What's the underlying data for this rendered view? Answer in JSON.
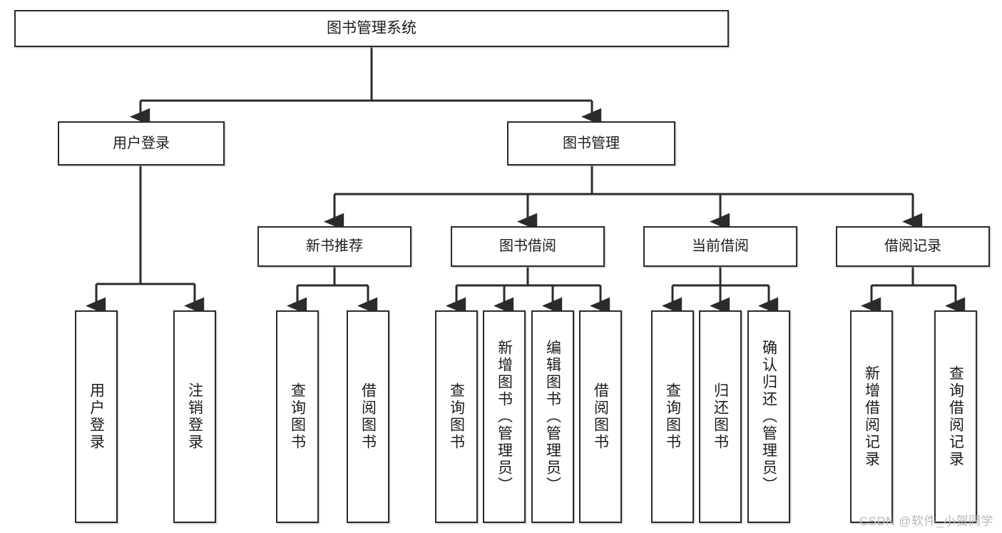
{
  "diagram": {
    "type": "tree-hierarchy-chart",
    "title": "图书管理系统",
    "stroke_color": "#2b2b2b",
    "background_color": "#ffffff",
    "text_color": "#1c1c1c",
    "levels": 4,
    "root": {
      "id": "root",
      "label": "图书管理系统"
    },
    "branches": [
      {
        "id": "user-login",
        "label": "用户登录",
        "children": [
          {
            "id": "user-login-signin",
            "label": "用户登录"
          },
          {
            "id": "user-login-signout",
            "label": "注销登录"
          }
        ]
      },
      {
        "id": "book-management",
        "label": "图书管理",
        "groups": [
          {
            "id": "new-book-recommend",
            "label": "新书推荐",
            "children": [
              {
                "id": "nbr-query-book",
                "label": "查询图书"
              },
              {
                "id": "nbr-borrow-book",
                "label": "借阅图书"
              }
            ]
          },
          {
            "id": "book-borrow",
            "label": "图书借阅",
            "children": [
              {
                "id": "bb-query-book",
                "label": "查询图书"
              },
              {
                "id": "bb-add-book",
                "label": "新增图书（管理员）"
              },
              {
                "id": "bb-edit-book",
                "label": "编辑图书（管理员）"
              },
              {
                "id": "bb-borrow-book",
                "label": "借阅图书"
              }
            ]
          },
          {
            "id": "current-borrow",
            "label": "当前借阅",
            "children": [
              {
                "id": "cb-query-book",
                "label": "查询图书"
              },
              {
                "id": "cb-return-book",
                "label": "归还图书"
              },
              {
                "id": "cb-confirm-return",
                "label": "确认归还（管理员）"
              }
            ]
          },
          {
            "id": "borrow-record",
            "label": "借阅记录",
            "children": [
              {
                "id": "br-add-record",
                "label": "新增借阅记录"
              },
              {
                "id": "br-query-record",
                "label": "查询借阅记录"
              }
            ]
          }
        ]
      }
    ]
  },
  "watermark": {
    "text": "CSDN @软件_小贺同学"
  }
}
